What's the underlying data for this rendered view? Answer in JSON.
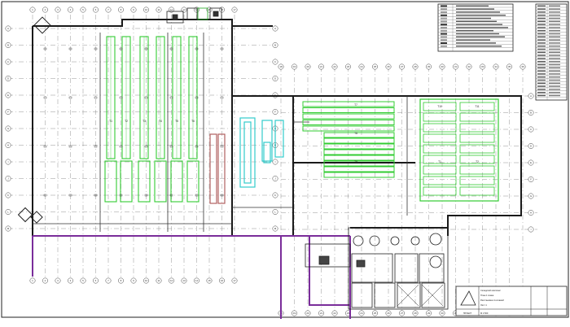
{
  "drawing": {
    "left_grid_numbers": [
      "1",
      "2",
      "3",
      "4",
      "5",
      "6",
      "7",
      "8",
      "9",
      "10",
      "11",
      "12",
      "13",
      "14",
      "15",
      "16",
      "17"
    ],
    "right_grid_numbers": [
      "18",
      "19",
      "20",
      "21",
      "22",
      "23",
      "24",
      "25",
      "26",
      "27",
      "28",
      "29",
      "30",
      "31",
      "32",
      "33",
      "34",
      "35",
      "36"
    ],
    "left_row_letters": [
      "A",
      "B",
      "C",
      "D",
      "E",
      "F",
      "G",
      "H",
      "I",
      "J",
      "K",
      "L",
      "M"
    ],
    "right_row_letters": [
      "A",
      "B",
      "C",
      "D",
      "E",
      "F",
      "G",
      "H",
      "I"
    ],
    "rack_labels": [
      "T1",
      "T2",
      "T3",
      "T4",
      "T5",
      "T6",
      "T7",
      "T8",
      "T9",
      "T10",
      "T11"
    ],
    "colors": {
      "walls": "#1a1a1a",
      "grid": "#7a7a7a",
      "racking": "#33cc33",
      "cyan_racks": "#33cccc",
      "brown_racks": "#b06060",
      "purple_line": "#7a2d9a"
    }
  },
  "title_block": {
    "company": "ПРОЕКТ",
    "lines": [
      "Складской комплекс",
      "План 1 этажа",
      "Расстановка стеллажей",
      "Лист 1"
    ],
    "scale": "М 1:500"
  }
}
